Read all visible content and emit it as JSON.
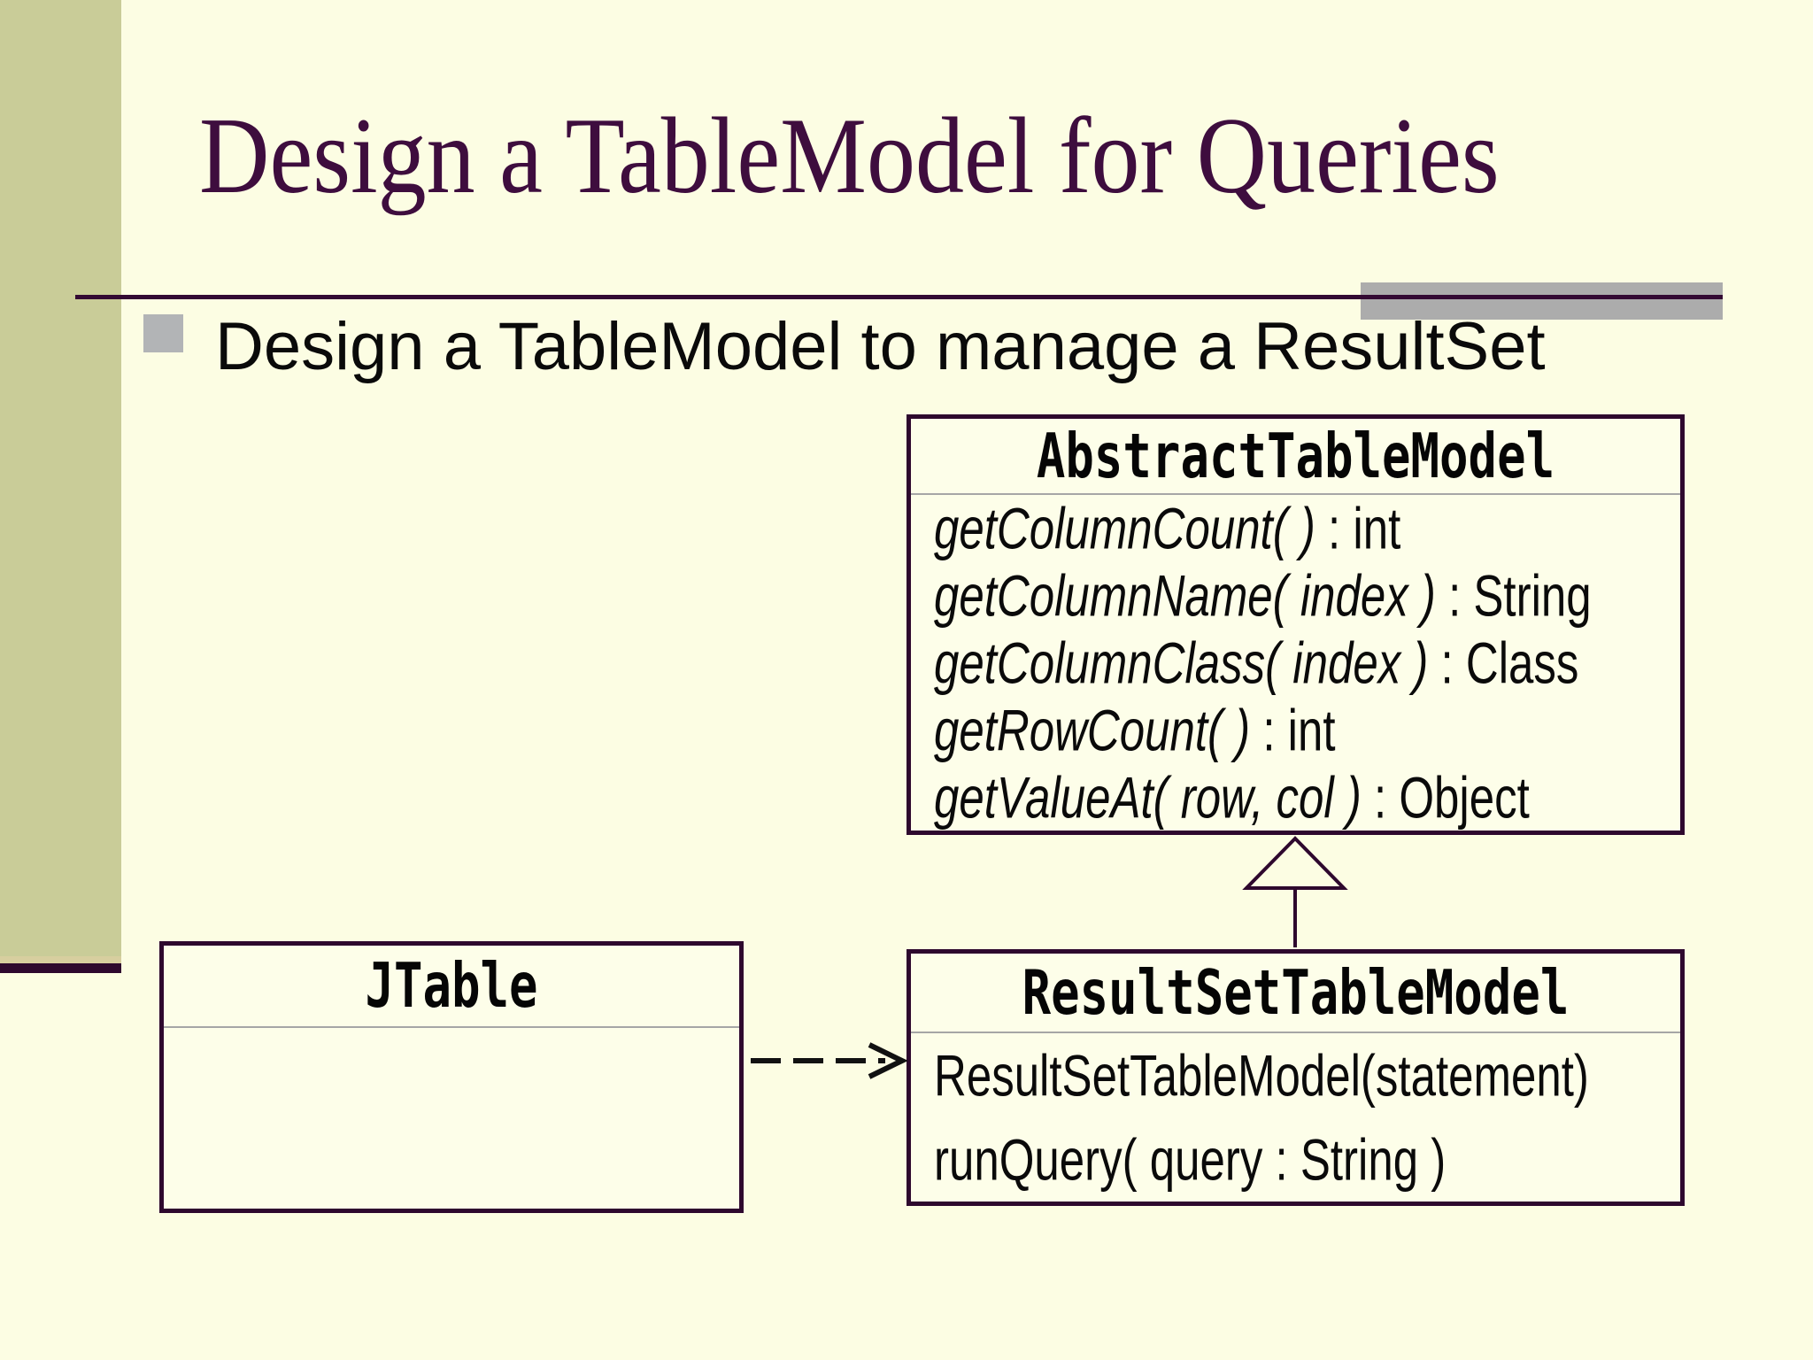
{
  "slide": {
    "title": "Design a TableModel for Queries",
    "bullet": "Design a TableModel to manage a ResultSet"
  },
  "colors": {
    "background": "#FCFDE3",
    "accent_bar": "#C9CC98",
    "accent_bar_edge": "#D7CE9F",
    "purple_line": "#2E082E",
    "title_text": "#3E0D3E",
    "gray_rectangle": "#ACACAC",
    "bullet_square": "#B2B4B6",
    "box_border": "#2E082E",
    "box_fill": "#FDFEE9",
    "separator": "#A6A6A6",
    "body_text": "#0A0A0A"
  },
  "diagram": {
    "classes": [
      {
        "name": "AbstractTableModel",
        "methods": [
          {
            "sig": "getColumnCount( )",
            "ret": " : int"
          },
          {
            "sig": "getColumnName( index )",
            "ret": " : String"
          },
          {
            "sig": "getColumnClass( index )",
            "ret": " : Class"
          },
          {
            "sig": "getRowCount( )",
            "ret": " : int"
          },
          {
            "sig": "getValueAt( row, col )",
            "ret": " : Object"
          }
        ]
      },
      {
        "name": "JTable",
        "methods": []
      },
      {
        "name": "ResultSetTableModel",
        "methods": [
          {
            "text": "ResultSetTableModel(statement)"
          },
          {
            "text": "runQuery( query : String )"
          }
        ]
      }
    ],
    "relations": [
      {
        "type": "inheritance",
        "from": "ResultSetTableModel",
        "to": "AbstractTableModel"
      },
      {
        "type": "dashed-dependency",
        "from": "JTable",
        "to": "ResultSetTableModel"
      }
    ]
  }
}
